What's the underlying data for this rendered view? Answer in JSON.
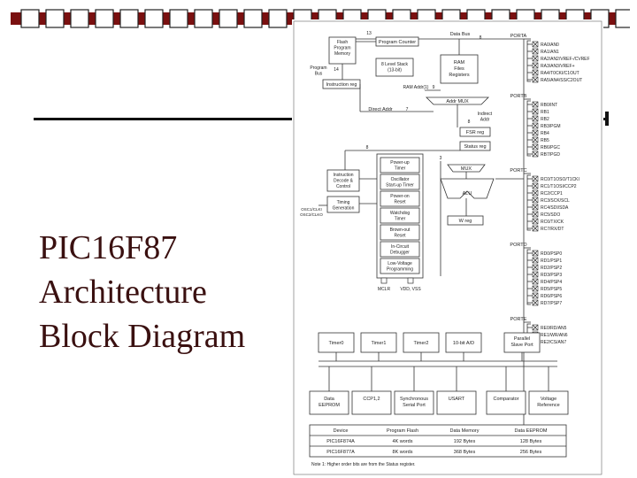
{
  "slide": {
    "title_lines": [
      "PIC16F87",
      "Architecture",
      "Block Diagram"
    ],
    "colors": {
      "accent": "#7a1010",
      "title_text": "#3a1010"
    }
  },
  "diagram": {
    "cpu": {
      "flash": [
        "Flash",
        "Program",
        "Memory"
      ],
      "program_counter": "Program Counter",
      "stack": [
        "8 Level Stack",
        "(13-bit)"
      ],
      "ram": [
        "RAM",
        "Files",
        "Registers"
      ],
      "data_bus": "Data Bus",
      "data_bus_width": "8",
      "pc_width": "13",
      "program_bus": [
        "Program",
        "Bus"
      ],
      "pb_width": "14",
      "instruction_reg": "Instruction reg",
      "ram_addr": "RAM Addr(1)",
      "ram_addr_width": "9",
      "addr_mux": "Addr MUX",
      "direct_addr": "Direct Addr",
      "direct_addr_width": "7",
      "indirect": [
        "Indirect",
        "Addr"
      ],
      "indirect_width": "8",
      "fsr": "FSR reg",
      "status": "Status reg",
      "mux": "MUX",
      "alu": "ALU",
      "wreg": "W reg",
      "bus8": "8",
      "bus3": "3",
      "decode": [
        "Instruction",
        "Decode &",
        "Control"
      ],
      "timing": [
        "Timing",
        "Generation"
      ],
      "osc": [
        "OSC1/CLKI",
        "OSC2/CLKO"
      ],
      "power_blocks": [
        [
          "Power-up",
          "Timer"
        ],
        [
          "Oscillator",
          "Start-up Timer"
        ],
        [
          "Power-on",
          "Reset"
        ],
        [
          "Watchdog",
          "Timer"
        ],
        [
          "Brown-out",
          "Reset"
        ],
        [
          "In-Circuit",
          "Debugger"
        ],
        [
          "Low-Voltage",
          "Programming"
        ]
      ],
      "mclr": "MCLR",
      "vdd": "VDD, VSS"
    },
    "ports": [
      {
        "name": "PORTA",
        "pins": [
          "RA0/AN0",
          "RA1/AN1",
          "RA2/AN2/VREF-/CVREF",
          "RA3/AN3/VREF+",
          "RA4/T0CKI/C1OUT",
          "RA5/AN4/SS/C2OUT"
        ]
      },
      {
        "name": "PORTB",
        "pins": [
          "RB0/INT",
          "RB1",
          "RB2",
          "RB3/PGM",
          "RB4",
          "RB5",
          "RB6/PGC",
          "RB7/PGD"
        ]
      },
      {
        "name": "PORTC",
        "pins": [
          "RC0/T1OSO/T1CKI",
          "RC1/T1OSI/CCP2",
          "RC2/CCP1",
          "RC3/SCK/SCL",
          "RC4/SDI/SDA",
          "RC5/SDO",
          "RC6/TX/CK",
          "RC7/RX/DT"
        ]
      },
      {
        "name": "PORTD",
        "pins": [
          "RD0/PSP0",
          "RD1/PSP1",
          "RD2/PSP2",
          "RD3/PSP3",
          "RD4/PSP4",
          "RD5/PSP5",
          "RD6/PSP6",
          "RD7/PSP7"
        ]
      },
      {
        "name": "PORTE",
        "pins": [
          "RE0/RD/AN5",
          "RE1/WR/AN6",
          "RE2/CS/AN7"
        ]
      }
    ],
    "peripherals_top": [
      "Timer0",
      "Timer1",
      "Timer2",
      "10-bit A/D",
      [
        "Parallel",
        "Slave Port"
      ]
    ],
    "peripherals_bottom": [
      [
        "Data",
        "EEPROM"
      ],
      [
        "CCP1,2"
      ],
      [
        "Synchronous",
        "Serial Port"
      ],
      [
        "USART"
      ],
      [
        "Comparator"
      ],
      [
        "Voltage",
        "Reference"
      ]
    ],
    "table": {
      "headers": [
        "Device",
        "Program Flash",
        "Data Memory",
        "Data EEPROM"
      ],
      "rows": [
        [
          "PIC16F874A",
          "4K words",
          "192 Bytes",
          "128 Bytes"
        ],
        [
          "PIC16F877A",
          "8K words",
          "368 Bytes",
          "256 Bytes"
        ]
      ]
    },
    "note": "Note   1:  Higher order bits are from the Status register."
  }
}
